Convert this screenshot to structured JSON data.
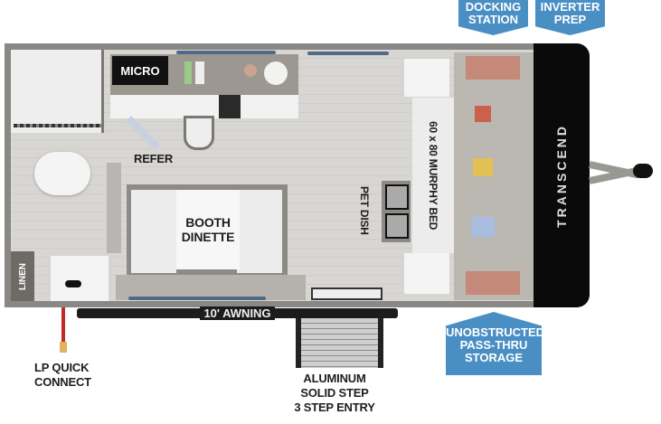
{
  "callouts": {
    "docking_station": [
      "DOCKING",
      "STATION"
    ],
    "inverter_prep": [
      "INVERTER",
      "PREP"
    ],
    "pass_thru_storage": [
      "UNOBSTRUCTED",
      "PASS-THRU",
      "STORAGE"
    ]
  },
  "rooms": {
    "micro": "MICRO",
    "refer": "REFER",
    "booth_dinette": [
      "BOOTH",
      "DINETTE"
    ],
    "pet_dish": "PET DISH",
    "murphy_bed": "60 x 80 MURPHY BED",
    "linen": "LINEN"
  },
  "exterior": {
    "awning": "10' AWNING",
    "lp_quick_connect": [
      "LP QUICK",
      "CONNECT"
    ],
    "step": [
      "ALUMINUM",
      "SOLID STEP",
      "3 STEP ENTRY"
    ],
    "brand": "TRANSCEND"
  },
  "colors": {
    "callout_blue": "#4a8fc4",
    "lp_line_red": "#c62828",
    "front_cap": "#0a0a0a"
  }
}
